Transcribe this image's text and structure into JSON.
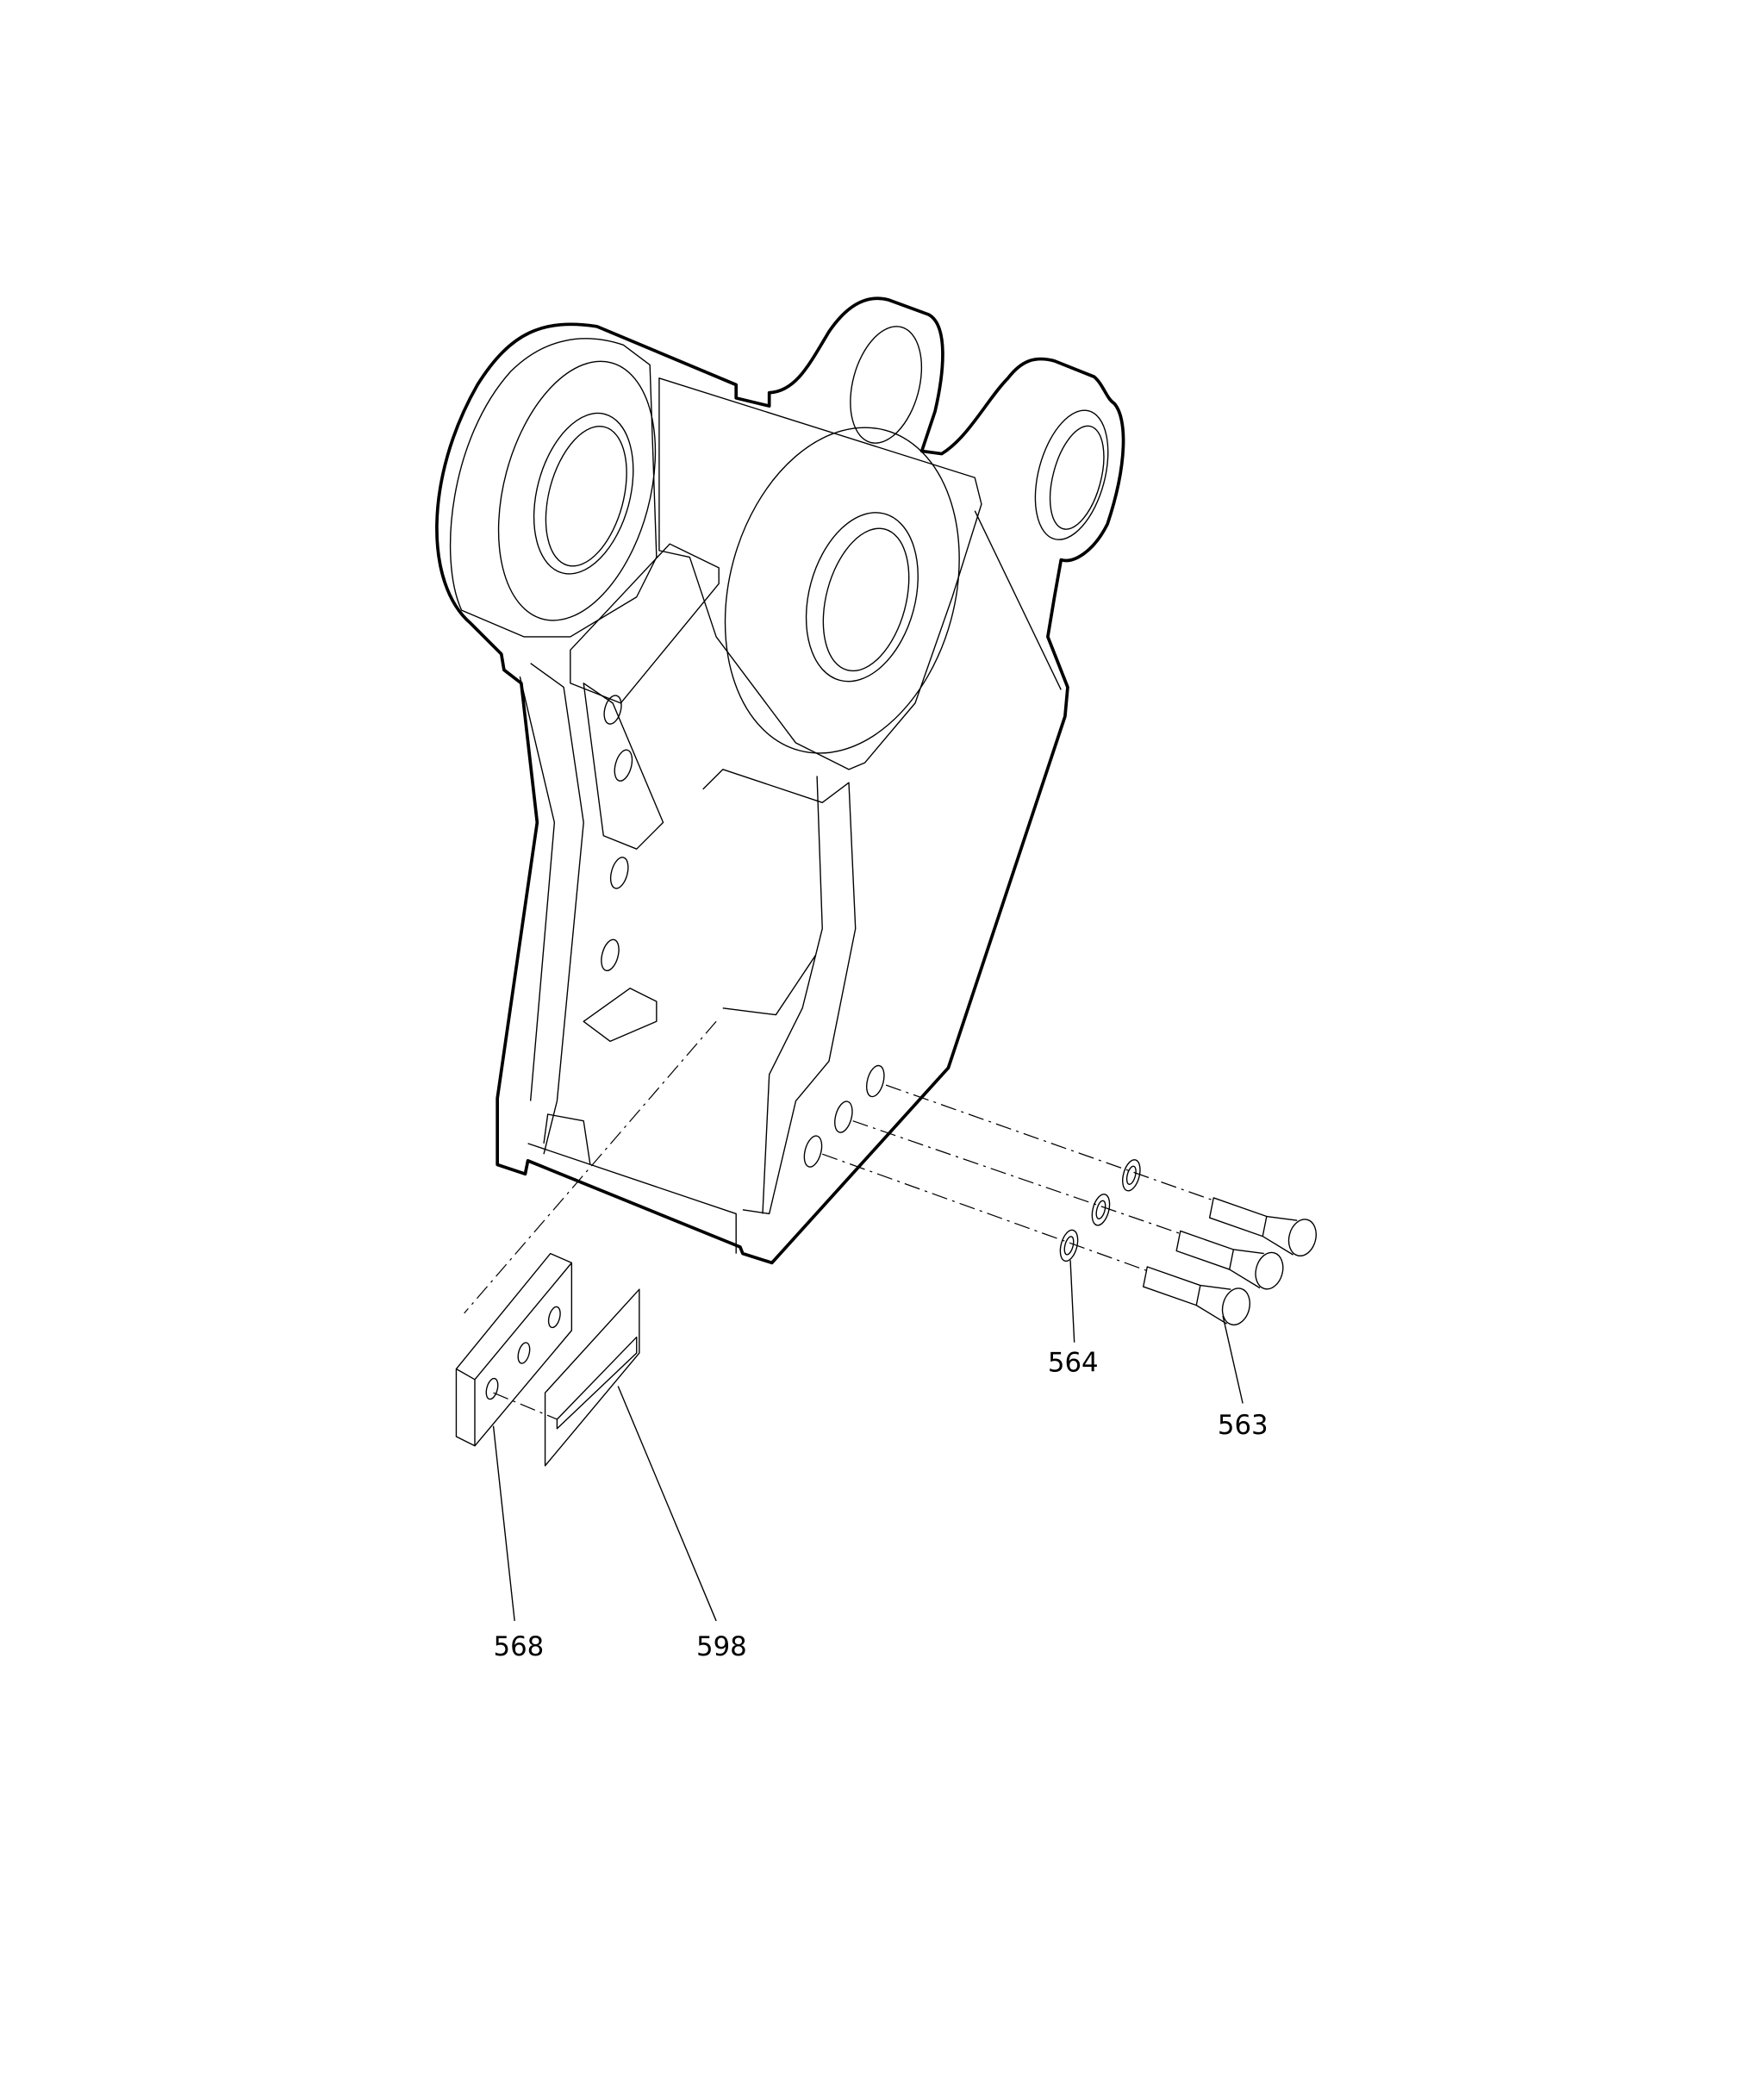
{
  "callouts": [
    {
      "id": "564",
      "label": "564"
    },
    {
      "id": "563",
      "label": "563"
    },
    {
      "id": "568",
      "label": "568"
    },
    {
      "id": "598",
      "label": "598"
    }
  ]
}
